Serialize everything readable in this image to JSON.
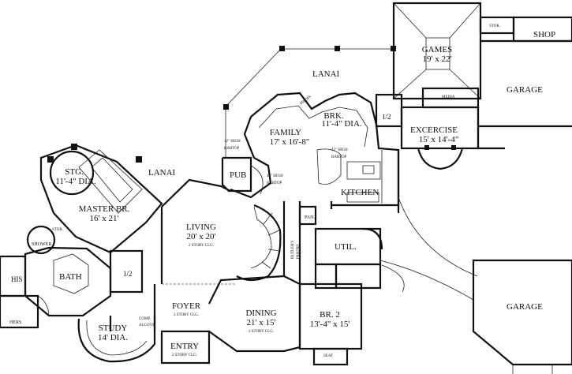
{
  "rooms": {
    "lanai_top": "LANAI",
    "lanai_left": "LANAI",
    "games": {
      "name": "GAMES",
      "size": "19' x 22'"
    },
    "stor_top": "STOR.",
    "shop": "SHOP",
    "media_top": "MEDIA",
    "garage_top": "GARAGE",
    "media_fam": "MEDIA",
    "brk": {
      "name": "BRK.",
      "size": "11'-4\" DIA."
    },
    "half_bath_top": "1/2",
    "excercise": {
      "name": "EXCERCISE",
      "size": "15' x 14'-4\""
    },
    "family": {
      "name": "FAMILY",
      "size": "17' x 16'-8\""
    },
    "bartop_left": [
      "42\" HIGH",
      "BARTOP"
    ],
    "bartop_mid": [
      "42\" HIGH",
      "BARTOP"
    ],
    "bartop_pub": [
      "42\" HIGH",
      "BARTOP"
    ],
    "pub": "PUB",
    "kitchen": "KITCHEN",
    "stg": {
      "name": "STG.",
      "size": "11'-4\" DIA."
    },
    "master": {
      "name": "MASTER BR.",
      "size": "16' x 21'"
    },
    "stor_left": "STOR.",
    "shower": "SHOWER",
    "his": "HIS",
    "bath": "BATH",
    "half_bath_left": "1/2",
    "hers": "HERS",
    "living": {
      "name": "LIVING",
      "size": "20' x 20'",
      "note": "2 STORY CLG."
    },
    "pan": "PAN.",
    "butlers": [
      "BUTLER'S",
      "PANTRY"
    ],
    "util": "UTIL.",
    "garage_bottom": "GARAGE",
    "foyer": {
      "name": "FOYER",
      "note": "2 STORY CLG."
    },
    "study": {
      "name": "STUDY",
      "size": "14' DIA."
    },
    "comp": [
      "COMP.",
      "ALCOVE"
    ],
    "entry": {
      "name": "ENTRY",
      "note": "2 STORY CLG."
    },
    "dining": {
      "name": "DINING",
      "size": "21' x 15'",
      "note": "2 STORY CLG."
    },
    "br2": {
      "name": "BR. 2",
      "size": "13'-4\" x 15'"
    },
    "seat": "SEAT"
  }
}
